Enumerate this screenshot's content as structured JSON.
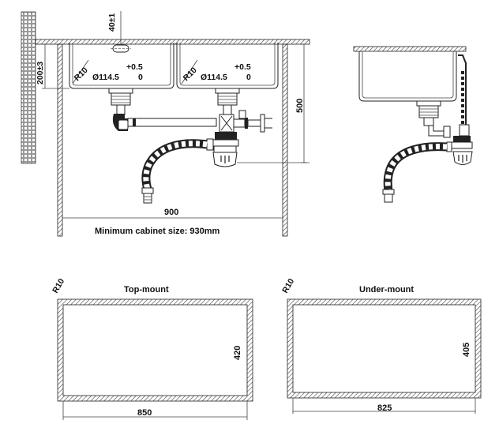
{
  "dims": {
    "tap_hole_offset": "40±1",
    "corner_radius_left": "R10",
    "corner_radius_right": "R10",
    "waste_left": "Ø114.5",
    "waste_left_tol_upper": "+0.5",
    "waste_left_tol_lower": "0",
    "waste_right": "Ø114.5",
    "waste_right_tol_upper": "+0.5",
    "waste_right_tol_lower": "0",
    "bowl_depth": "200±3",
    "cabinet_height": "500",
    "cabinet_width": "900"
  },
  "caption": "Minimum cabinet size: 930mm",
  "cutouts": {
    "top_mount": {
      "title": "Top-mount",
      "radius": "R10",
      "width": "850",
      "height": "420"
    },
    "under_mount": {
      "title": "Under-mount",
      "radius": "R10",
      "width": "825",
      "height": "405"
    }
  }
}
